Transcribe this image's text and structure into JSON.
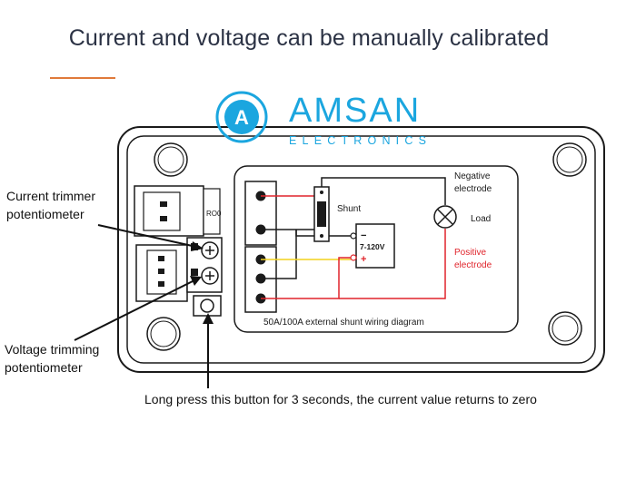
{
  "title": "Current and voltage can be manually calibrated",
  "brand": {
    "logo_letter": "A",
    "name": "AMSAN",
    "tagline": "ELECTRONICS",
    "color": "#1ba6df"
  },
  "callouts": {
    "current_trimmer_line1": "Current trimmer",
    "current_trimmer_line2": "potentiometer",
    "voltage_trimmer_line1": "Voltage trimming",
    "voltage_trimmer_line2": "potentiometer",
    "zero_button": "Long press this button for 3 seconds, the current value returns to zero"
  },
  "wiring": {
    "shunt": "Shunt",
    "negative_line1": "Negative",
    "negative_line2": "electrode",
    "load": "Load",
    "positive_line1": "Positive",
    "positive_line2": "electrode",
    "minus_sign": "−",
    "voltage_range": "7-120V",
    "plus_sign": "+",
    "caption": "50A/100A external shunt wiring diagram",
    "connector_text": "RO0"
  },
  "colors": {
    "title": "#2b3244",
    "accent_underline": "#e07a3a",
    "positive_wire": "#e0242b",
    "signal_wire": "#f2d21c",
    "outline": "#1a1a1a"
  }
}
